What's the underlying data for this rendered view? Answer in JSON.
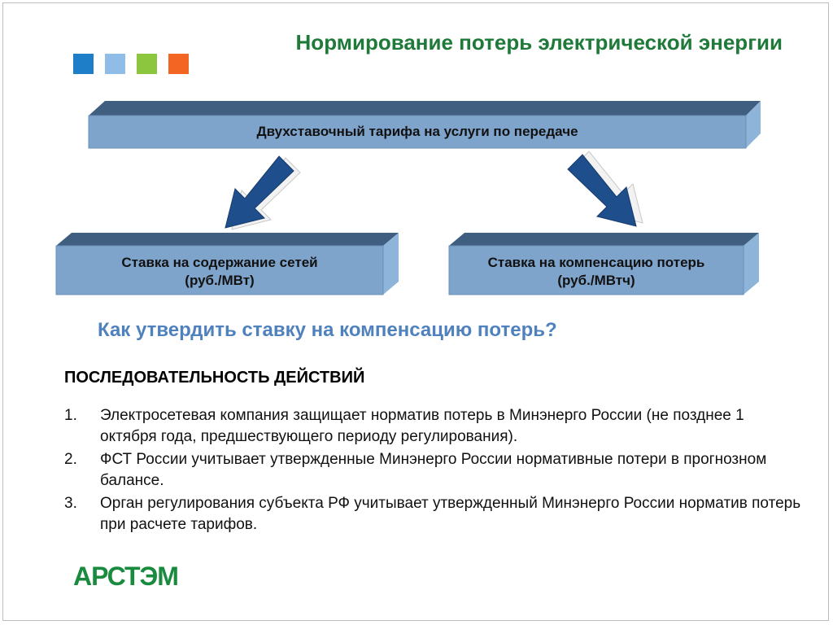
{
  "header": {
    "title": "Нормирование потерь электрической энергии",
    "squares": [
      "#1e7ec8",
      "#8fbde8",
      "#8cc63f",
      "#f26522"
    ]
  },
  "diagram": {
    "top_box": "Двухставочный тарифа на услуги по передаче",
    "left_box": {
      "line1": "Ставка на содержание сетей",
      "line2": "(руб./МВт)"
    },
    "right_box": {
      "line1": "Ставка на компенсацию потерь",
      "line2": "(руб./МВтч)"
    }
  },
  "question": "Как утвердить ставку на компенсацию потерь?",
  "sequence": {
    "heading": "ПОСЛЕДОВАТЕЛЬНОСТЬ ДЕЙСТВИЙ",
    "steps": [
      {
        "num": "1.",
        "text": "Электросетевая компания защищает норматив потерь в Минэнерго России (не позднее 1 октября года, предшествующего периоду регулирования)."
      },
      {
        "num": "2.",
        "text": "ФСТ России учитывает утвержденные Минэнерго России нормативные потери в прогнозном балансе."
      },
      {
        "num": "3.",
        "text": "Орган регулирования субъекта РФ учитывает утвержденный Минэнерго России норматив потерь при расчете тарифов."
      }
    ]
  },
  "logo": "АРСТЭМ"
}
